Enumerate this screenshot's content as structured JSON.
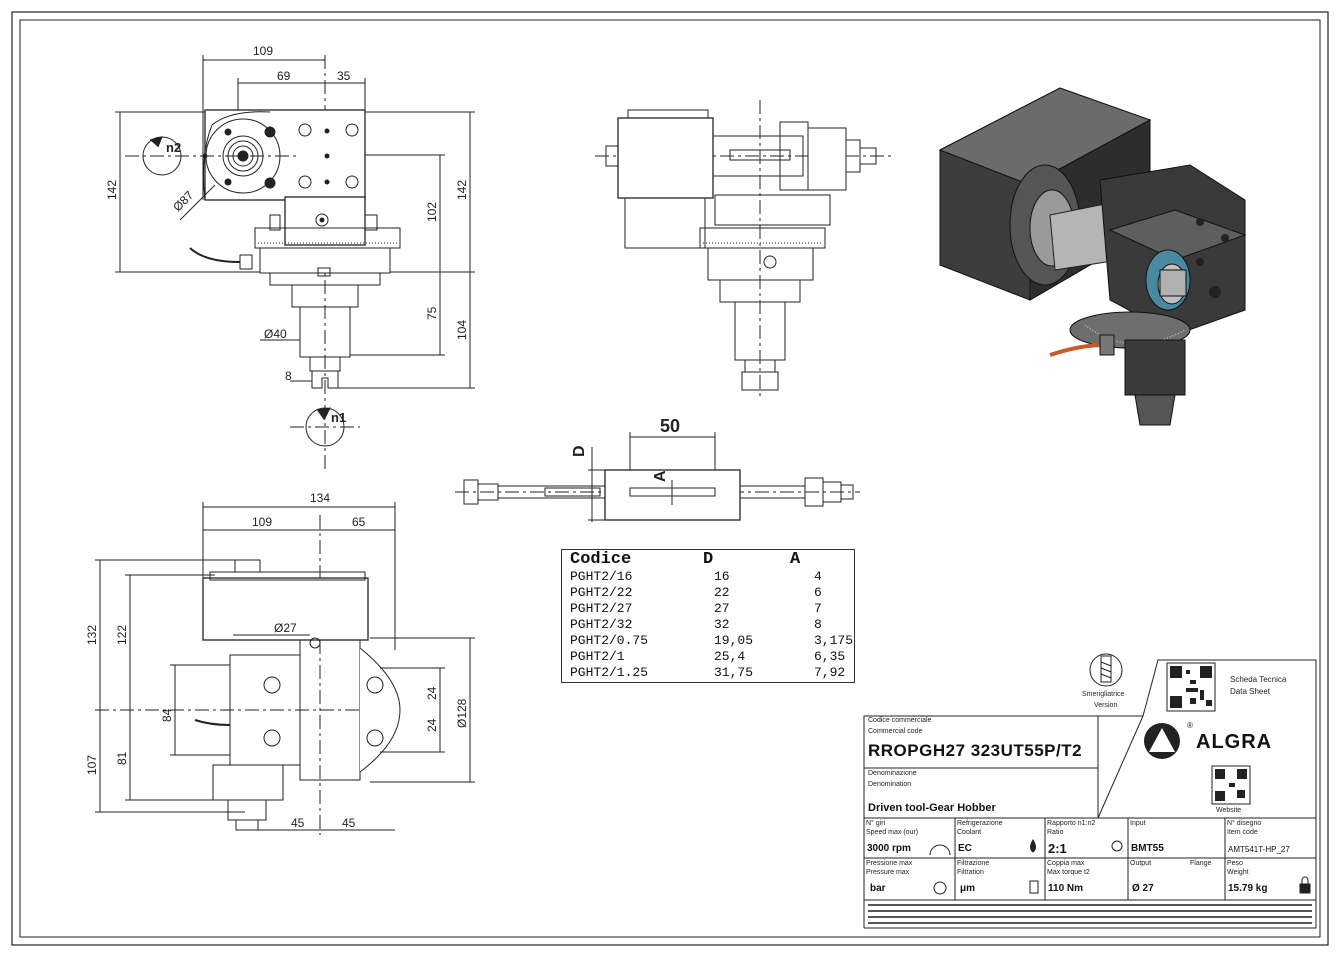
{
  "views": {
    "front": {
      "dims": [
        "109",
        "69",
        "35",
        "142",
        "142",
        "102",
        "75",
        "104",
        "40",
        "87",
        "8"
      ],
      "labels": {
        "n2": "n2",
        "n1": "n1",
        "dia40": "Ø40",
        "dia87": "Ø87"
      }
    },
    "side": {
      "dims": [
        "134",
        "109",
        "65",
        "132",
        "122",
        "84",
        "81",
        "107",
        "27",
        "24",
        "24",
        "128",
        "45",
        "45"
      ],
      "labels": {
        "dia27": "Ø27",
        "dia128": "Ø128"
      }
    },
    "hobber": {
      "dim_length": "50",
      "label_d": "D",
      "label_a": "A"
    }
  },
  "code_table": {
    "headers": [
      "Codice",
      "D",
      "A"
    ],
    "rows": [
      [
        "PGHT2/16",
        "16",
        "4"
      ],
      [
        "PGHT2/22",
        "22",
        "6"
      ],
      [
        "PGHT2/27",
        "27",
        "7"
      ],
      [
        "PGHT2/32",
        "32",
        "8"
      ],
      [
        "PGHT2/0.75",
        "19,05",
        "3,175"
      ],
      [
        "PGHT2/1",
        "25,4",
        "6,35"
      ],
      [
        "PGHT2/1.25",
        "31,75",
        "7,92"
      ]
    ]
  },
  "title_block": {
    "commercial_code_label_it": "Codice commerciale",
    "commercial_code_label_en": "Commercial code",
    "commercial_code": "RROPGH27 323UT55P/T2",
    "denomination_label_it": "Denominazione",
    "denomination_label_en": "Denomination",
    "denomination": "Driven tool-Gear Hobber",
    "brand": "ALGRA",
    "brand_mark": "®",
    "datasheet_label_1": "Scheda Tecnica",
    "datasheet_label_2": "Data Sheet",
    "website_label": "Website",
    "smerigliata_label_1": "Smerigliatrice",
    "smerigliata_label_2": "Version",
    "cells": {
      "speed_label_1": "N° giri",
      "speed_label_2": "Speed max (our)",
      "speed_value": "3000 rpm",
      "coolant_label_1": "Refrigerazione",
      "coolant_label_2": "Coolant",
      "coolant_value": "EC",
      "ratio_label_1": "Rapporto n1:n2",
      "ratio_label_2": "Ratio",
      "ratio_value": "2:1",
      "input_label": "Input",
      "input_value": "BMT55",
      "drawing_label_1": "N° disegno",
      "drawing_label_2": "Item code",
      "drawing_value": "AMT541T-HP_27",
      "pressure_label_1": "Pressione max",
      "pressure_label_2": "Pressure max",
      "pressure_value": "bar",
      "filtration_label_1": "Filtrazione",
      "filtration_label_2": "Filtration",
      "filtration_value": "μm",
      "torque_label_1": "Coppia max",
      "torque_label_2": "Max torque t2",
      "torque_value": "110 Nm",
      "output_label": "Output",
      "flange_label": "Flange",
      "output_value": "Ø 27",
      "weight_label_1": "Peso",
      "weight_label_2": "Weight",
      "weight_value": "15.79 kg"
    }
  },
  "colors": {
    "line": "#222222",
    "body_dark": "#3d3d3d",
    "body_mid": "#6b6b6b",
    "cable": "#c85a2a",
    "bolt": "#b0b0b0"
  }
}
